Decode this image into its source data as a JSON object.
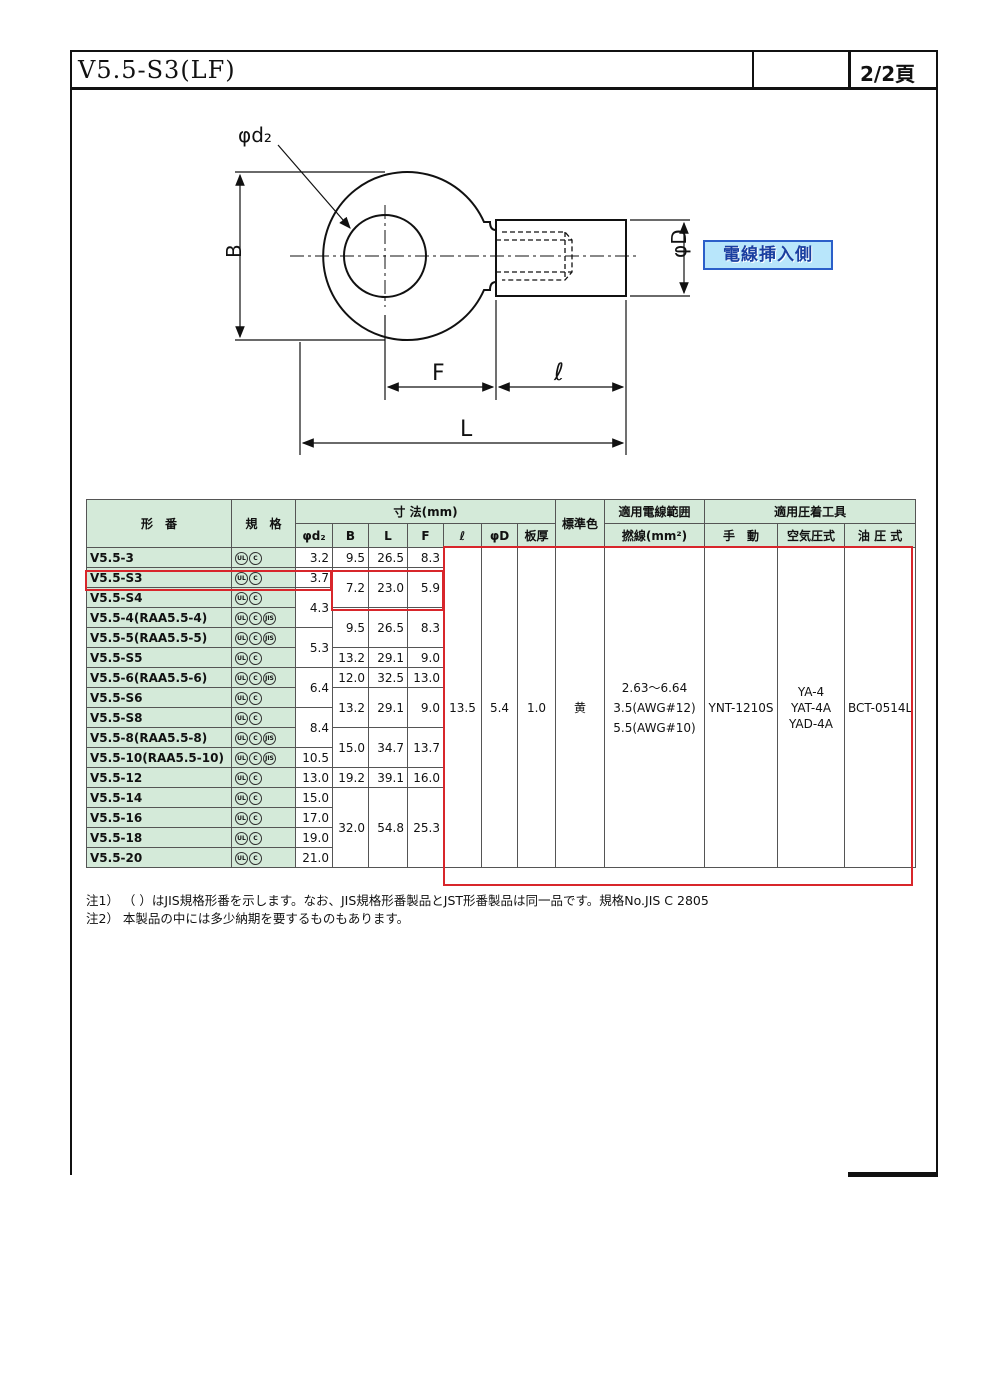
{
  "header": {
    "title": "V5.5-S3(LF)",
    "page": "2/2頁"
  },
  "drawing": {
    "labels": {
      "d2": "φd₂",
      "B": "B",
      "D": "φD",
      "F": "F",
      "l": "ℓ",
      "L": "L"
    },
    "insert_side": "電線挿入側"
  },
  "table": {
    "headers": {
      "model": "形　番",
      "standard": "規　格",
      "dimensions": "寸 法(mm)",
      "d2": "φd₂",
      "B": "B",
      "L": "L",
      "F": "F",
      "l": "ℓ",
      "D": "φD",
      "thickness": "板厚",
      "color": "標準色",
      "wire_range": "適用電線範囲",
      "stranded": "撚線(mm²)",
      "tools": "適用圧着工具",
      "manual": "手　動",
      "pneumatic": "空気圧式",
      "hydraulic": "油 圧 式"
    },
    "rows": [
      {
        "model": "V5.5-3",
        "d2": "3.2",
        "B": "9.5",
        "L": "26.5",
        "F": "8.3"
      },
      {
        "model": "V5.5-S3",
        "d2": "3.7",
        "B": "7.2",
        "L": "23.0",
        "F": "5.9"
      },
      {
        "model": "V5.5-S4",
        "d2": "4.3"
      },
      {
        "model": "V5.5-4(RAA5.5-4)",
        "B": "9.5",
        "L": "26.5",
        "F": "8.3"
      },
      {
        "model": "V5.5-5(RAA5.5-5)",
        "d2": "5.3"
      },
      {
        "model": "V5.5-S5",
        "B": "13.2",
        "L": "29.1",
        "F": "9.0"
      },
      {
        "model": "V5.5-6(RAA5.5-6)",
        "d2": "6.4",
        "B": "12.0",
        "L": "32.5",
        "F": "13.0"
      },
      {
        "model": "V5.5-S6",
        "B": "13.2",
        "L": "29.1",
        "F": "9.0"
      },
      {
        "model": "V5.5-S8",
        "d2": "8.4"
      },
      {
        "model": "V5.5-8(RAA5.5-8)",
        "B": "15.0",
        "L": "34.7",
        "F": "13.7"
      },
      {
        "model": "V5.5-10(RAA5.5-10)",
        "d2": "10.5"
      },
      {
        "model": "V5.5-12",
        "d2": "13.0",
        "B": "19.2",
        "L": "39.1",
        "F": "16.0"
      },
      {
        "model": "V5.5-14",
        "d2": "15.0",
        "B": "32.0",
        "L": "54.8",
        "F": "25.3"
      },
      {
        "model": "V5.5-16",
        "d2": "17.0"
      },
      {
        "model": "V5.5-18",
        "d2": "19.0"
      },
      {
        "model": "V5.5-20",
        "d2": "21.0"
      }
    ],
    "common": {
      "l": "13.5",
      "D": "5.4",
      "thickness": "1.0",
      "color": "黄",
      "wire_range": "2.63～6.64",
      "awg1": "3.5(AWG#12)",
      "awg2": "5.5(AWG#10)",
      "manual": "YNT-1210S",
      "pneumatic1": "YA-4",
      "pneumatic2": "YAT-4A",
      "pneumatic3": "YAD-4A",
      "hydraulic": "BCT-0514L"
    }
  },
  "notes": {
    "n1": "注1） （ ）はJIS規格形番を示します。なお、JIS規格形番製品とJST形番製品は同一品です。規格No.JIS C 2805",
    "n2": "注2） 本製品の中には多少納期を要するものもあります。"
  }
}
